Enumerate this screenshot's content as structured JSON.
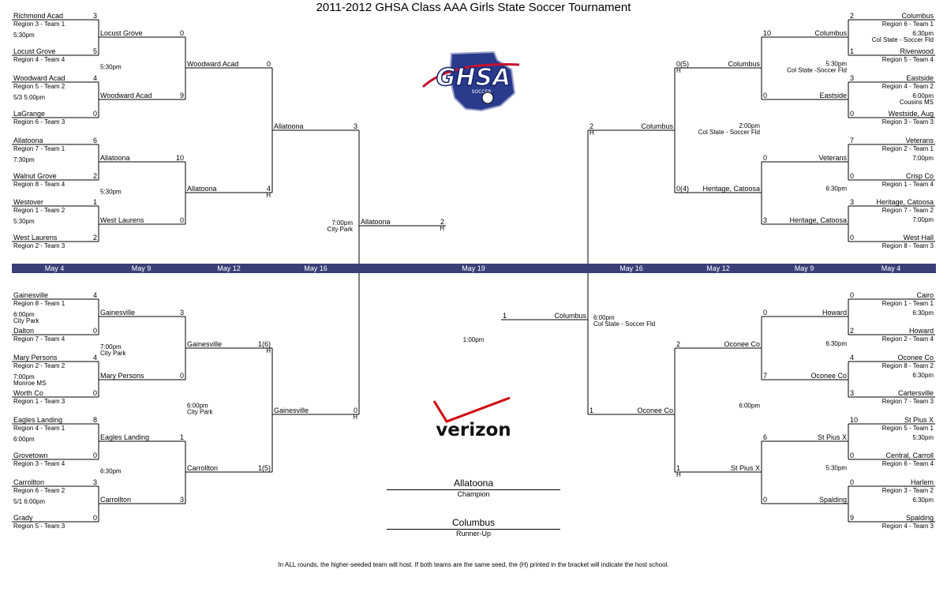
{
  "title": "2011-2012 GHSA Class AAA Girls State Soccer Tournament",
  "dates": [
    "May 4",
    "May 9",
    "May 12",
    "May 16",
    "May 19",
    "May 16",
    "May 12",
    "May 9",
    "May 4"
  ],
  "left_r1": [
    [
      "Richmond Acad",
      "3",
      "Region 3 - Team 1",
      "5:30pm",
      "Locust Grove",
      "5",
      "Region 4 - Team 4"
    ],
    [
      "Woodward Acad",
      "4",
      "Region 5 - Team 2",
      "5/3 5:00pm",
      "LaGrange",
      "0",
      "Region 6 - Team 3"
    ],
    [
      "Allatoona",
      "6",
      "Region 7 - Team 1",
      "7:30pm",
      "Walnut Grove",
      "2",
      "Region 8 - Team 4"
    ],
    [
      "Westover",
      "1",
      "Region 1 - Team 2",
      "5:30pm",
      "West Laurens",
      "2",
      "Region 2 - Team 3"
    ],
    [
      "Gainesville",
      "4",
      "Region 8 - Team 1",
      "6:00pm\nCity Park",
      "Dalton",
      "0",
      "Region 7 - Team 4"
    ],
    [
      "Mary Persons",
      "4",
      "Region 2 - Team 2",
      "7:00pm\nMonroe MS",
      "Worth Co",
      "0",
      "Region 1 - Team 3"
    ],
    [
      "Eagles Landing",
      "8",
      "Region 4 - Team 1",
      "6:00pm",
      "Grovetown",
      "0",
      "Region 3 - Team 4"
    ],
    [
      "Carrollton",
      "3",
      "Region 6 - Team 2",
      "5/1 6:00pm",
      "Grady",
      "0",
      "Region 5 - Team 3"
    ]
  ],
  "left_r2": [
    [
      "Locust Grove",
      "0",
      "5:30pm",
      "Woodward Acad",
      "9"
    ],
    [
      "Allatoona",
      "10",
      "5:30pm",
      "West Laurens",
      "0"
    ],
    [
      "Gainesville",
      "3",
      "7:00pm\nCity Park",
      "Mary Persons",
      "0"
    ],
    [
      "Eagles Landing",
      "1",
      "6:30pm",
      "Carrollton",
      "3"
    ]
  ],
  "left_r3": [
    [
      "Woodward Acad",
      "0",
      "",
      "Allatoona",
      "4\nH"
    ],
    [
      "Gainesville",
      "1(6)\nH",
      "6:00pm\nCity Park",
      "Carrollton",
      "1(5)"
    ]
  ],
  "left_r4": [
    [
      "Allatoona",
      "3",
      "7:00pm\nCity Park",
      "Gainesville",
      "0\nH"
    ]
  ],
  "final_left": [
    "Allatoona",
    "2\nH"
  ],
  "final_right": [
    "Columbus",
    "1"
  ],
  "final_time": "1:00pm",
  "right_r4": [
    [
      "Columbus",
      "2\nH",
      "6:00pm\nCol State - Soccer Fld",
      "Oconee Co",
      "1"
    ]
  ],
  "right_r3": [
    [
      "Columbus",
      "0(5)\nH",
      "2:00pm\nCol State - Soccer Fld",
      "Heritage, Catoosa",
      "0(4)"
    ],
    [
      "Oconee Co",
      "2",
      "6:00pm",
      "St Pius X",
      "1\nH"
    ]
  ],
  "right_r2": [
    [
      "Columbus",
      "10",
      "5:30pm\nCol State -Soccer Fld",
      "Eastside",
      "0"
    ],
    [
      "Veterans",
      "0",
      "6:30pm",
      "Heritage, Catoosa",
      "3"
    ],
    [
      "Howard",
      "0",
      "6:30pm",
      "Oconee Co",
      "7"
    ],
    [
      "St Pius X",
      "6",
      "5:30pm",
      "Spalding",
      "0"
    ]
  ],
  "right_r1": [
    [
      "Columbus",
      "2",
      "Region 6 - Team 1",
      "6:30pm\nCol State - Soccer Fld",
      "Riverwood",
      "1",
      "Region 5 - Team 4"
    ],
    [
      "Eastside",
      "3",
      "Region 4 - Team 2",
      "6:00pm\nCousins MS",
      "Westside, Aug",
      "0",
      "Region 3 - Team 3"
    ],
    [
      "Veterans",
      "7",
      "Region 2 - Team 1",
      "7:00pm",
      "Crisp Co",
      "0",
      "Region 1 - Team 4"
    ],
    [
      "Heritage, Catoosa",
      "3",
      "Region 7 - Team 2",
      "7:00pm",
      "West Hall",
      "0",
      "Region 8 - Team 3"
    ],
    [
      "Cairo",
      "0",
      "Region 1 - Team 1",
      "6:30pm",
      "Howard",
      "2",
      "Region 2 - Team 4"
    ],
    [
      "Oconee Co",
      "4",
      "Region 8 - Team 2",
      "6:30pm",
      "Cartersville",
      "3",
      "Region 7 - Team 3"
    ],
    [
      "St Pius X",
      "10",
      "Region 5 - Team 1",
      "5:30pm",
      "Central, Carroll",
      "0",
      "Region 6 - Team 4"
    ],
    [
      "Harlem",
      "0",
      "Region 3 - Team 2",
      "6:30pm",
      "Spalding",
      "9",
      "Region 4 - Team 3"
    ]
  ],
  "champion": {
    "name": "Allatoona",
    "label": "Champion"
  },
  "runner_up": {
    "name": "Columbus",
    "label": "Runner-Up"
  },
  "logo_ghsa": {
    "text": "GHSA",
    "sub": "SOCCER"
  },
  "logo_sponsor": {
    "text": "verizon"
  },
  "footer": "In ALL rounds, the higher-seeded team will host.  If both teams are the same seed, the (H) printed in the bracket will indicate the host school."
}
